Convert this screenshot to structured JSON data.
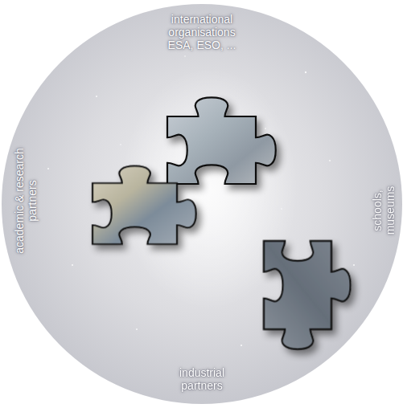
{
  "diagram": {
    "labels": [
      "international organisations ESA, ESO, ...",
      "academic & research partners",
      "schools, museums",
      "industrial partners"
    ]
  }
}
